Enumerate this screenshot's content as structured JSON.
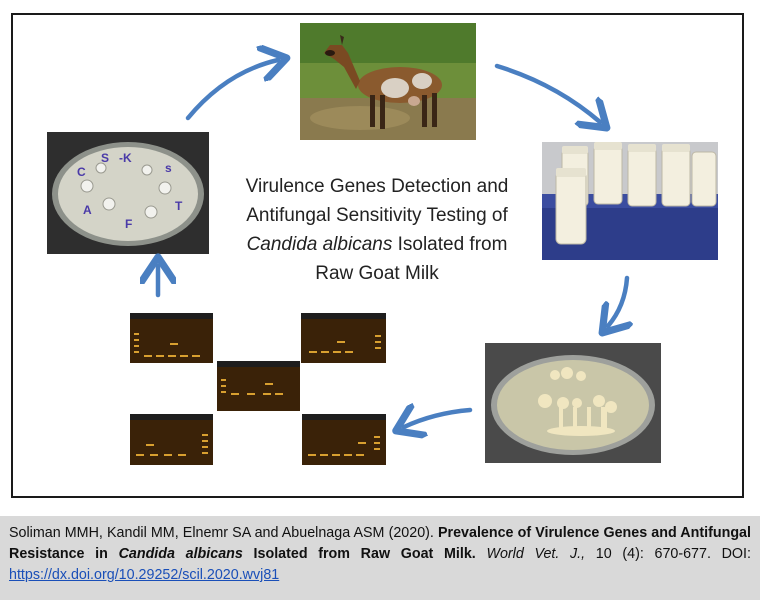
{
  "title": {
    "line1": "Virulence Genes Detection and",
    "line2": "Antifungal Sensitivity Testing of",
    "line3_italic": "Candida albicans",
    "line3_rest": " Isolated from",
    "line4": "Raw Goat Milk"
  },
  "citation": {
    "authors": "Soliman MMH, Kandil MM, Elnemr SA and Abuelnaga ASM (2020). ",
    "title_part1": "Prevalence of Virulence Genes and Antifungal Resistance in ",
    "title_italic": "Candida albicans",
    "title_part2": " Isolated from Raw Goat Milk.",
    "journal": "World Vet. J.,",
    "volume_pages": " 10 (4): 670-677. DOI: ",
    "doi_link": "https://dx.doi.org/10.29252/scil.2020.wvj81"
  },
  "images": {
    "goat": "goat-photo",
    "milk": "milk-samples-photo",
    "culture": "candida-culture-plate-photo",
    "gels": "pcr-gel-electrophoresis-images",
    "sensitivity": "antifungal-sensitivity-plate-photo"
  },
  "colors": {
    "arrow": "#4a7fc1",
    "frame": "#1a1a1a",
    "citation_bg": "#d9d9d9",
    "link": "#1a4fb8"
  }
}
